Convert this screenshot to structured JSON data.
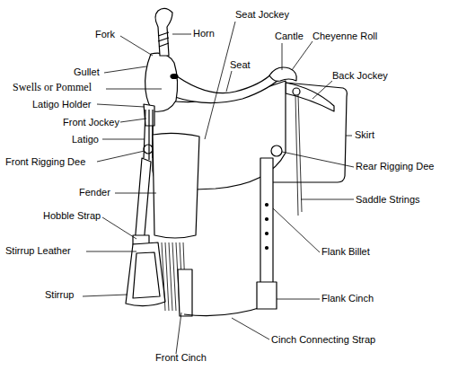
{
  "diagram": {
    "labels": [
      "Fork",
      "Horn",
      "Seat Jockey",
      "Cantle",
      "Cheyenne Roll",
      "Seat",
      "Gullet",
      "Swells or Pommel",
      "Back Jockey",
      "Latigo Holder",
      "Front Jockey",
      "Latigo",
      "Skirt",
      "Front Rigging Dee",
      "Rear Rigging Dee",
      "Fender",
      "Saddle Strings",
      "Hobble Strap",
      "Flank Billet",
      "Stirrup Leather",
      "Stirrup",
      "Flank Cinch",
      "Cinch Connecting Strap",
      "Front Cinch"
    ]
  }
}
